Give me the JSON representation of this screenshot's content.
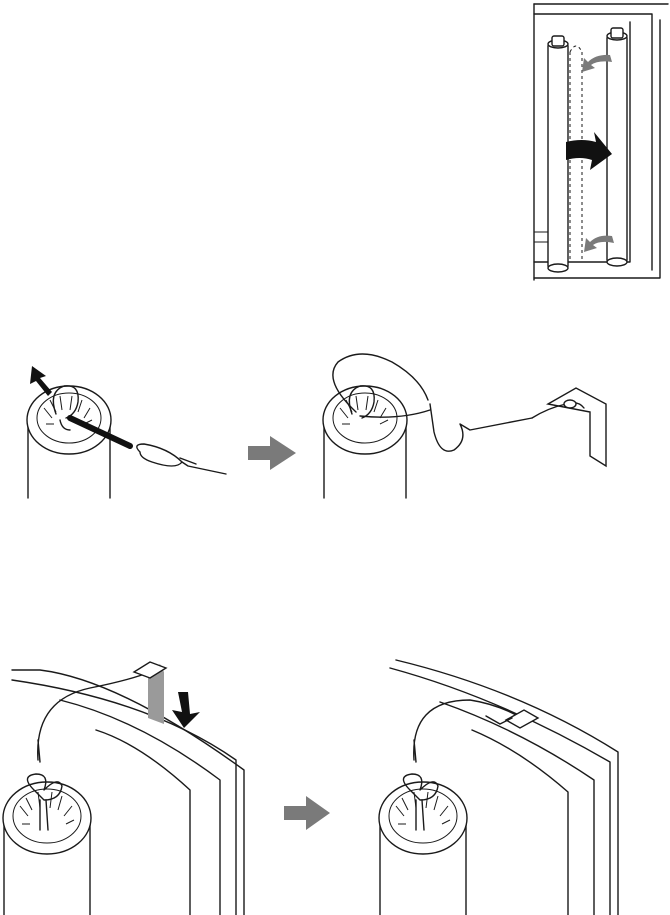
{
  "figure": {
    "panels": [
      {
        "id": "panel-rolls",
        "description_icon": "tv-back-with-rollers-icon"
      },
      {
        "id": "panel-attach-cable",
        "description_icon": "cable-loop-icon"
      },
      {
        "id": "panel-hook-bracket",
        "description_icon": "bracket-hook-icon"
      }
    ],
    "colors": {
      "line": "#1a1a1a",
      "arrow_dark": "#111111",
      "arrow_grey": "#7a7a7a",
      "bracket_grey": "#9a9a9a",
      "background": "#ffffff"
    }
  }
}
